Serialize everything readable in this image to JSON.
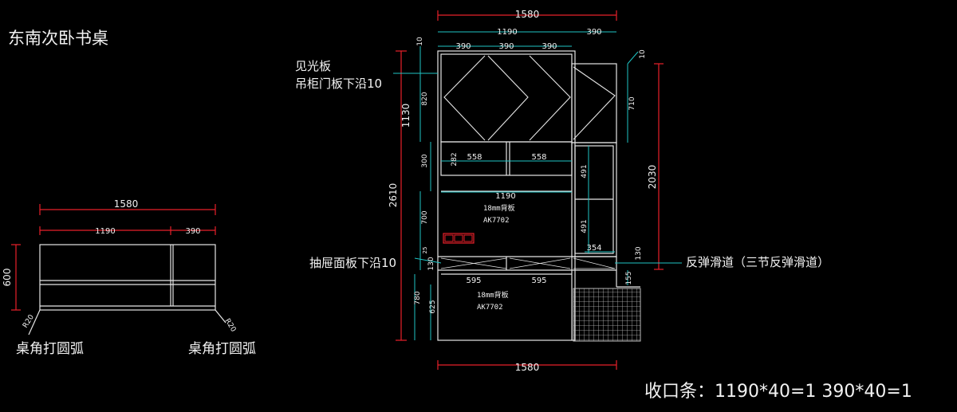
{
  "title": "东南次卧书桌",
  "colors": {
    "dim_line": "#e8202a",
    "frame": "#e6e6e6",
    "leader": "#1fc4c4",
    "text": "#f2f2f2"
  },
  "plan": {
    "overall_width": "1580",
    "seg_1": "1190",
    "seg_2": "390",
    "depth": "600",
    "radius_left": "R20",
    "radius_right": "R20",
    "note_left": "桌角打圆弧",
    "note_right": "桌角打圆弧"
  },
  "elevation": {
    "top_total": "1580",
    "top_seg_1": "1190",
    "top_seg_2": "390",
    "door_1": "390",
    "door_2": "390",
    "door_3": "390",
    "dim_10_left": "10",
    "dim_10_right": "10",
    "dim_820": "820",
    "dim_1130": "1130",
    "dim_300": "300",
    "dim_282": "282",
    "dim_2610": "2610",
    "dim_700": "700",
    "dim_130_left": "130",
    "dim_25": "25",
    "dim_780": "780",
    "dim_625": "625",
    "shelf_1": "558",
    "shelf_2": "558",
    "dim_1190_mid": "1190",
    "back_panel_1": "18mm背板",
    "code_1": "AK7702",
    "back_panel_2": "18mm背板",
    "code_2": "AK7702",
    "drawer_1": "595",
    "drawer_2": "595",
    "dim_710": "710",
    "dim_2030": "2030",
    "dim_491_upper": "491",
    "dim_491_lower": "491",
    "dim_354": "354",
    "dim_130_right": "130",
    "dim_155": "155",
    "bottom_total": "1580"
  },
  "annotations": {
    "visible_panel": "见光板",
    "upper_door_edge": "吊柜门板下沿10",
    "drawer_panel_edge": "抽屉面板下沿10",
    "slide": "反弹滑道（三节反弹滑道）",
    "trim_strip": "收口条：1190*40=1    390*40=1"
  }
}
